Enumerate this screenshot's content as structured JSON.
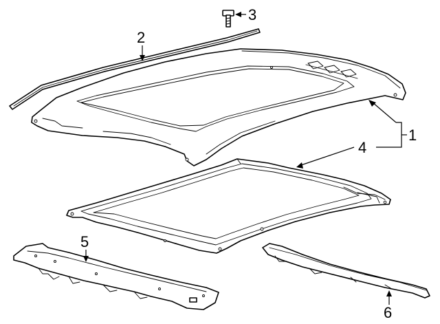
{
  "parts": [
    {
      "id": "1",
      "label": "1"
    },
    {
      "id": "2",
      "label": "2"
    },
    {
      "id": "3",
      "label": "3"
    },
    {
      "id": "4",
      "label": "4"
    },
    {
      "id": "5",
      "label": "5"
    },
    {
      "id": "6",
      "label": "6"
    }
  ]
}
